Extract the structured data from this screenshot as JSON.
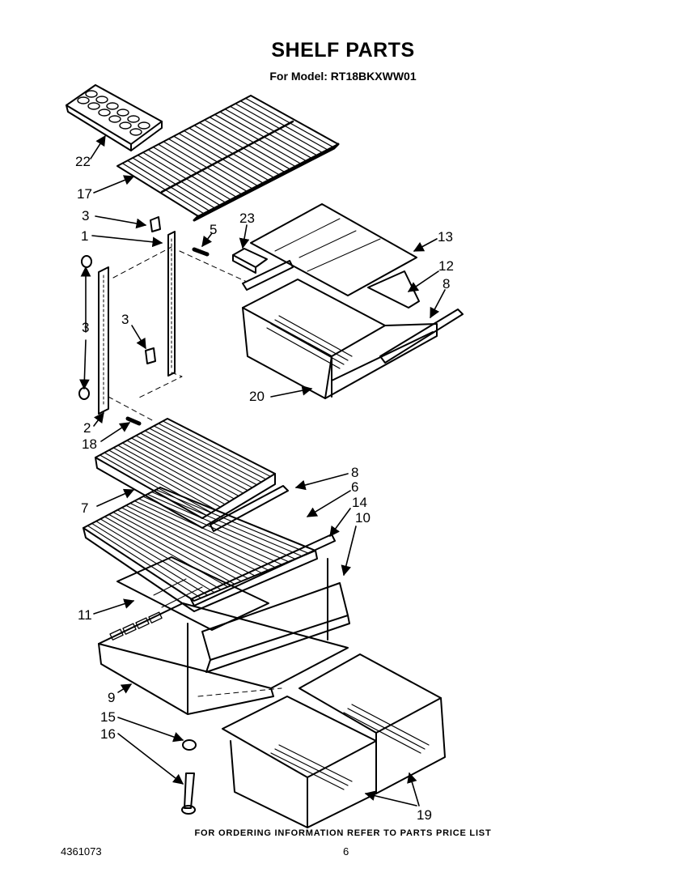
{
  "header": {
    "title": "SHELF PARTS",
    "model_line": "For Model: RT18BKXWW01"
  },
  "callouts": [
    {
      "id": "c22",
      "label": "22"
    },
    {
      "id": "c17",
      "label": "17"
    },
    {
      "id": "c3a",
      "label": "3"
    },
    {
      "id": "c1",
      "label": "1"
    },
    {
      "id": "c5",
      "label": "5"
    },
    {
      "id": "c23",
      "label": "23"
    },
    {
      "id": "c13",
      "label": "13"
    },
    {
      "id": "c12",
      "label": "12"
    },
    {
      "id": "c8a",
      "label": "8"
    },
    {
      "id": "c3b",
      "label": "3"
    },
    {
      "id": "c3c",
      "label": "3"
    },
    {
      "id": "c20",
      "label": "20"
    },
    {
      "id": "c2",
      "label": "2"
    },
    {
      "id": "c18",
      "label": "18"
    },
    {
      "id": "c8b",
      "label": "8"
    },
    {
      "id": "c6",
      "label": "6"
    },
    {
      "id": "c7",
      "label": "7"
    },
    {
      "id": "c14",
      "label": "14"
    },
    {
      "id": "c10",
      "label": "10"
    },
    {
      "id": "c11",
      "label": "11"
    },
    {
      "id": "c9",
      "label": "9"
    },
    {
      "id": "c15",
      "label": "15"
    },
    {
      "id": "c16",
      "label": "16"
    },
    {
      "id": "c19",
      "label": "19"
    }
  ],
  "footer": {
    "ordering_note": "FOR ORDERING INFORMATION REFER TO PARTS PRICE LIST",
    "doc_number": "4361073",
    "page_number": "6"
  }
}
